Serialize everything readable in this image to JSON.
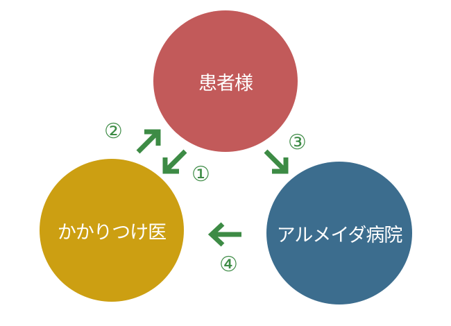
{
  "nodes": {
    "patient": {
      "label": "患者様",
      "color": "#c25a5a"
    },
    "clinic": {
      "label": "かかりつけ医",
      "color": "#cc9f12"
    },
    "hospital": {
      "label": "アルメイダ病院",
      "color": "#3c6d8e"
    }
  },
  "steps": {
    "step1": "①",
    "step2": "②",
    "step3": "③",
    "step4": "④"
  },
  "colors": {
    "arrow": "#3d8b45",
    "step_number": "#3d8b45"
  },
  "icons": {
    "arrow_clinic_to_patient": "arrow-up-right-icon",
    "arrow_patient_to_clinic": "arrow-down-left-icon",
    "arrow_patient_to_hospital": "arrow-down-right-icon",
    "arrow_hospital_to_clinic": "arrow-left-icon"
  }
}
